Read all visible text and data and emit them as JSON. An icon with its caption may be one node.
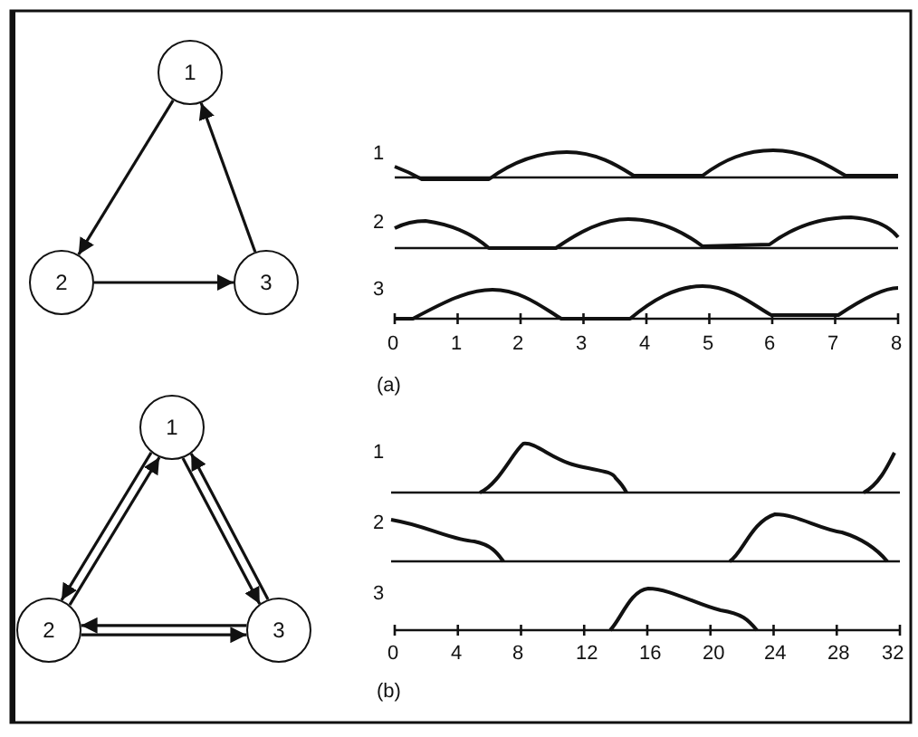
{
  "diagram": {
    "nodes": [
      {
        "text": [
          "1"
        ]
      },
      {
        "text": [
          "2"
        ]
      },
      {
        "text": [
          "3"
        ]
      },
      {
        "text": [
          "1"
        ]
      },
      {
        "text": [
          "2"
        ]
      },
      {
        "text": [
          "3"
        ]
      }
    ],
    "edges": [
      {
        "from": 0,
        "to": 1,
        "arrow": "to"
      },
      {
        "from": 1,
        "to": 2,
        "arrow": "to"
      },
      {
        "from": 2,
        "to": 0,
        "arrow": "to"
      },
      {
        "from": 3,
        "to": 4,
        "arrow": "to"
      },
      {
        "from": 4,
        "to": 3,
        "arrow": "to"
      },
      {
        "from": 3,
        "to": 5,
        "arrow": "to"
      },
      {
        "from": 5,
        "to": 3,
        "arrow": "to"
      },
      {
        "from": 4,
        "to": 5,
        "arrow": "to"
      },
      {
        "from": 5,
        "to": 4,
        "arrow": "to"
      }
    ],
    "labels": [
      "1",
      "2",
      "3",
      "0",
      "1",
      "2",
      "3",
      "4",
      "5",
      "6",
      "7",
      "8",
      "(a)",
      "1",
      "2",
      "3",
      "0",
      "4",
      "8",
      "12",
      "16",
      "20",
      "24",
      "28",
      "32",
      "(b)"
    ]
  }
}
